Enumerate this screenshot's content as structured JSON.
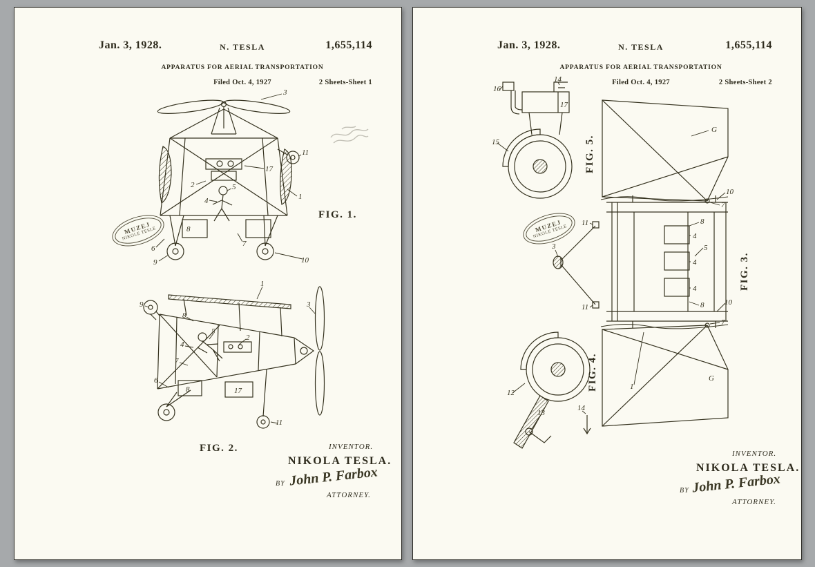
{
  "colors": {
    "background": "#a6a9ab",
    "paper": "#fbfaf2",
    "ink": "#35321f"
  },
  "sheet1": {
    "header": {
      "date": "Jan. 3, 1928.",
      "author": "N. TESLA",
      "title": "APPARATUS FOR AERIAL TRANSPORTATION",
      "filed": "Filed Oct. 4, 1927",
      "sheet_label": "2 Sheets-Sheet 1",
      "patent_number": "1,655,114"
    },
    "fig1_label": "FIG. 1.",
    "fig2_label": "FIG. 2.",
    "fig1_callouts": [
      "3",
      "11",
      "2",
      "17",
      "1",
      "5",
      "4",
      "7",
      "8",
      "6",
      "9",
      "10"
    ],
    "fig2_callouts": [
      "9",
      "1",
      "3",
      "8",
      "5",
      "2",
      "4",
      "7",
      "6",
      "8",
      "17",
      "11"
    ],
    "stamp": {
      "line1": "MUZEJ",
      "line2": "NIKOLE TESLE"
    },
    "signature": {
      "inventor_label": "INVENTOR.",
      "inventor_name": "NIKOLA TESLA.",
      "by_label": "BY",
      "signature_text": "John P. Farbox",
      "attorney_label": "ATTORNEY."
    }
  },
  "sheet2": {
    "header": {
      "date": "Jan. 3, 1928.",
      "author": "N. TESLA",
      "title": "APPARATUS FOR AERIAL TRANSPORTATION",
      "filed": "Filed Oct. 4, 1927",
      "sheet_label": "2 Sheets-Sheet 2",
      "patent_number": "1,655,114"
    },
    "fig3_label": "FIG. 3.",
    "fig4_label": "FIG. 4.",
    "fig5_label": "FIG. 5.",
    "fig3_callouts": [
      "G",
      "10",
      "7",
      "8",
      "11",
      "4",
      "4",
      "4",
      "5",
      "3",
      "11",
      "8",
      "7",
      "10",
      "G",
      "1"
    ],
    "fig4_callouts": [
      "12",
      "13",
      "14"
    ],
    "fig5_callouts": [
      "16",
      "14",
      "17",
      "15"
    ],
    "stamp": {
      "line1": "MUZEJ",
      "line2": "NIKOLE TESLE"
    },
    "signature": {
      "inventor_label": "INVENTOR.",
      "inventor_name": "NIKOLA TESLA.",
      "by_label": "BY",
      "signature_text": "John P. Farbox",
      "attorney_label": "ATTORNEY."
    }
  }
}
